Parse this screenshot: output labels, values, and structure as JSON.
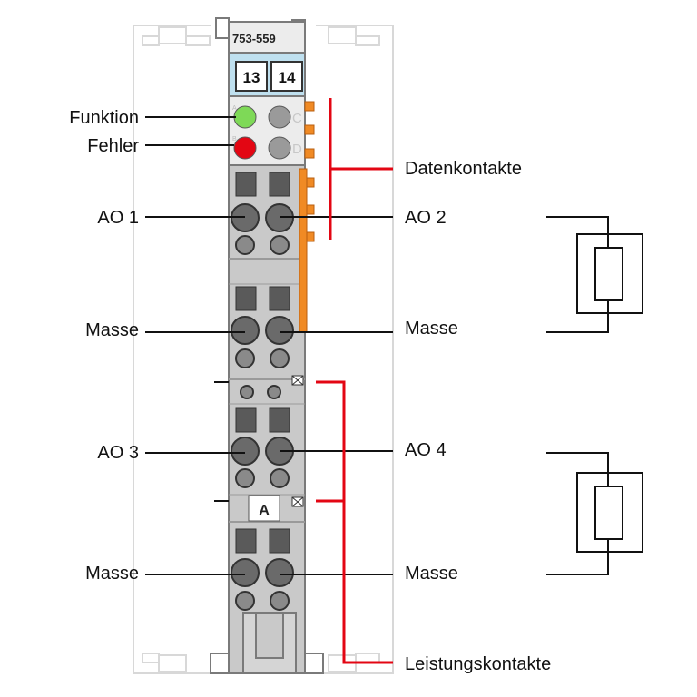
{
  "module": {
    "part_number": "753-559",
    "terminal_numbers": [
      "13",
      "14"
    ],
    "marker": "A",
    "led_letters": [
      "C",
      "D"
    ],
    "led_tiny_letters": [
      "A",
      "B"
    ]
  },
  "labels": {
    "left": {
      "funktion": "Funktion",
      "fehler": "Fehler",
      "ao1": "AO 1",
      "masse1": "Masse",
      "ao3": "AO 3",
      "masse2": "Masse"
    },
    "right": {
      "datenkontakte": "Datenkontakte",
      "ao2": "AO 2",
      "masse1": "Masse",
      "ao4": "AO 4",
      "masse2": "Masse",
      "leistungskontakte": "Leistungskontakte"
    }
  },
  "colors": {
    "housing": "#c9c9c9",
    "housing_dark": "#7a7a7a",
    "top_cover": "#bfe0ef",
    "led_function": "#7ed957",
    "led_error": "#e30613",
    "data_contacts": "#f08a24",
    "bracket_red": "#e30613",
    "outline_light": "#d8d8d8"
  }
}
